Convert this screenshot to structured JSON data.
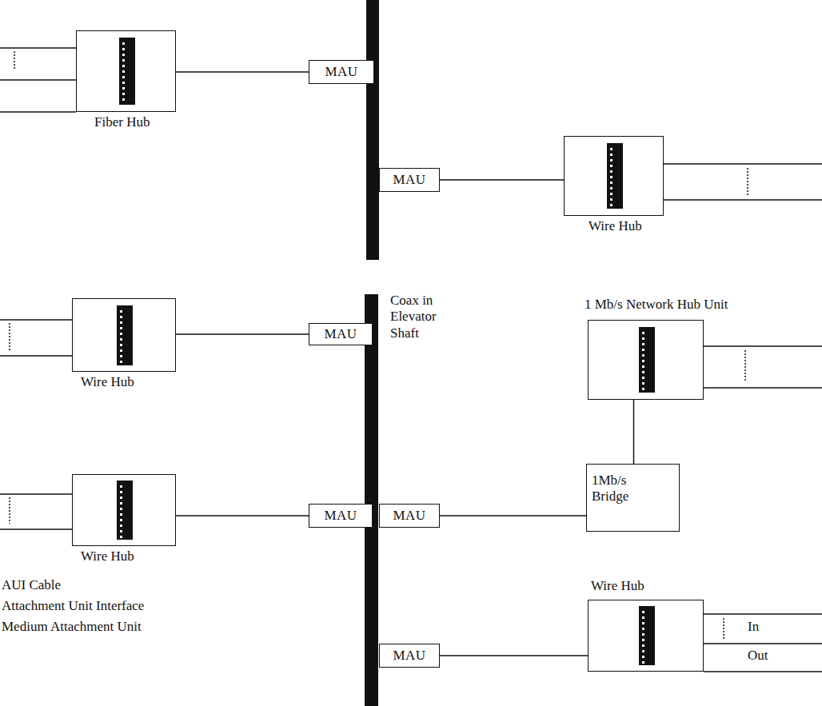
{
  "diagram": {
    "nodes": [
      {
        "text": [
          "Fiber Hub"
        ]
      },
      {
        "text": [
          "MAU"
        ]
      },
      {
        "text": [
          "MAU"
        ]
      },
      {
        "text": [
          "Wire Hub"
        ]
      },
      {
        "text": [
          "Wire Hub"
        ]
      },
      {
        "text": [
          "MAU"
        ]
      },
      {
        "text": [
          "1 Mb/s Network Hub Unit"
        ]
      },
      {
        "text": [
          "Wire Hub"
        ]
      },
      {
        "text": [
          "MAU"
        ]
      },
      {
        "text": [
          "MAU"
        ]
      },
      {
        "text": [
          "1Mb/s Bridge"
        ]
      },
      {
        "text": [
          "Wire Hub"
        ]
      },
      {
        "text": [
          "MAU"
        ]
      }
    ],
    "edges": [
      {
        "from": 0,
        "to": 1,
        "arrow": "none"
      },
      {
        "from": 2,
        "to": 3,
        "arrow": "none"
      },
      {
        "from": 4,
        "to": 5,
        "arrow": "none"
      },
      {
        "from": 6,
        "to": 10,
        "arrow": "none"
      },
      {
        "from": 7,
        "to": 8,
        "arrow": "none"
      },
      {
        "from": 9,
        "to": 10,
        "arrow": "none"
      },
      {
        "from": 12,
        "to": 11,
        "arrow": "none"
      }
    ],
    "labels": [
      "Coax in Elevator Shaft",
      "In",
      "Out",
      "AUI Cable",
      "Attachment Unit Interface",
      "Medium Attachment Unit"
    ]
  }
}
